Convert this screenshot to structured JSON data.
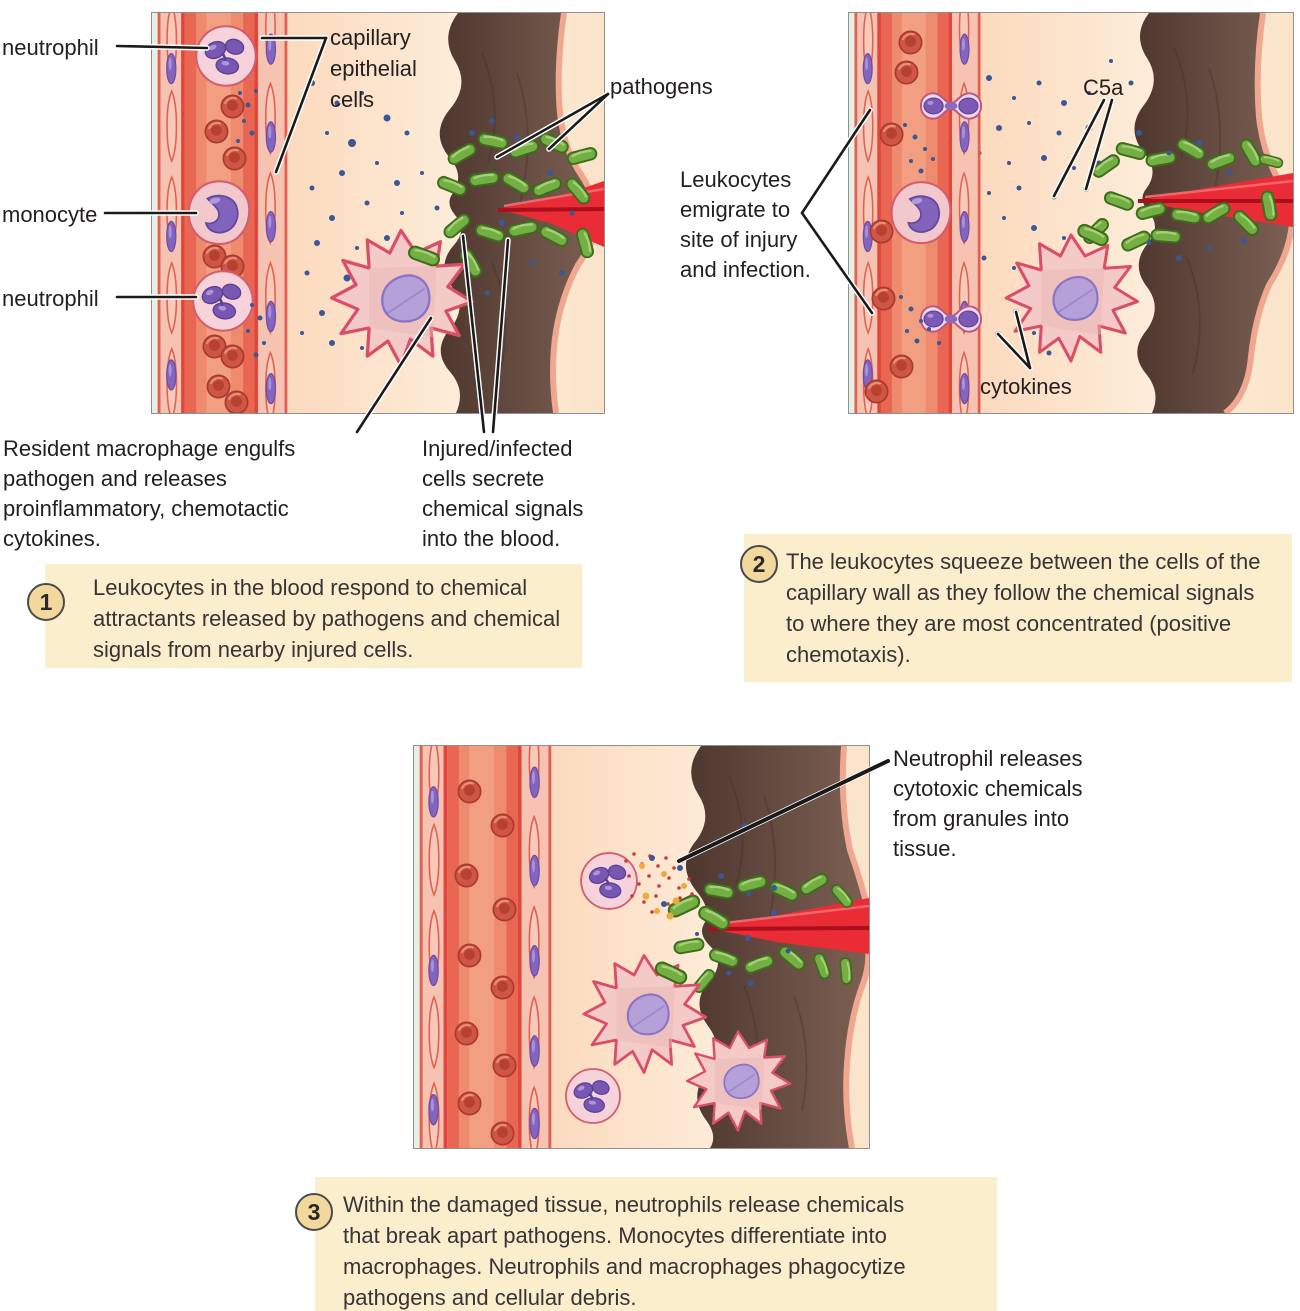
{
  "panel1": {
    "labels": {
      "neutrophil_top": "neutrophil",
      "monocyte": "monocyte",
      "neutrophil_bottom": "neutrophil",
      "capillary": "capillary epithelial cells",
      "pathogens": "pathogens",
      "macrophage_caption": "Resident macrophage engulfs pathogen and releases proinflammatory, chemotactic cytokines.",
      "injured_caption": "Injured/infected cells secrete chemical signals into the blood."
    }
  },
  "panel2": {
    "labels": {
      "c5a": "C5a",
      "emigrate": "Leukocytes emigrate to site of injury and infection.",
      "cytokines": "cytokines"
    }
  },
  "panel3": {
    "labels": {
      "neutrophil_release": "Neutrophil releases cytotoxic chemicals from granules into tissue."
    }
  },
  "steps": [
    {
      "number": "1",
      "text": "Leukocytes in the blood respond to chemical attractants released by pathogens and chemical signals from nearby injured cells."
    },
    {
      "number": "2",
      "text": "The leukocytes squeeze between the cells of the capillary wall as they follow the chemical signals to where they are most concentrated (positive chemotaxis)."
    },
    {
      "number": "3",
      "text": "Within the damaged tissue, neutrophils release chemicals that break apart pathogens. Monocytes differentiate into macrophages. Neutrophils and macrophages phagocytize pathogens and cellular debris."
    }
  ],
  "colors": {
    "caption_box": "#faeecd",
    "badge_fill": "#f3d89e",
    "bacteria_green": "#74af44",
    "wound_red": "#e92c35",
    "dark_tissue": "#5f463c",
    "tissue_peach": "#fbe0c4",
    "signal_dot_blue": "#3a5796",
    "vessel_red": "#e2463a",
    "cell_pink": "#f6c2b1",
    "nucleus_purple": "#7b59b5",
    "label_text": "#231f20"
  }
}
